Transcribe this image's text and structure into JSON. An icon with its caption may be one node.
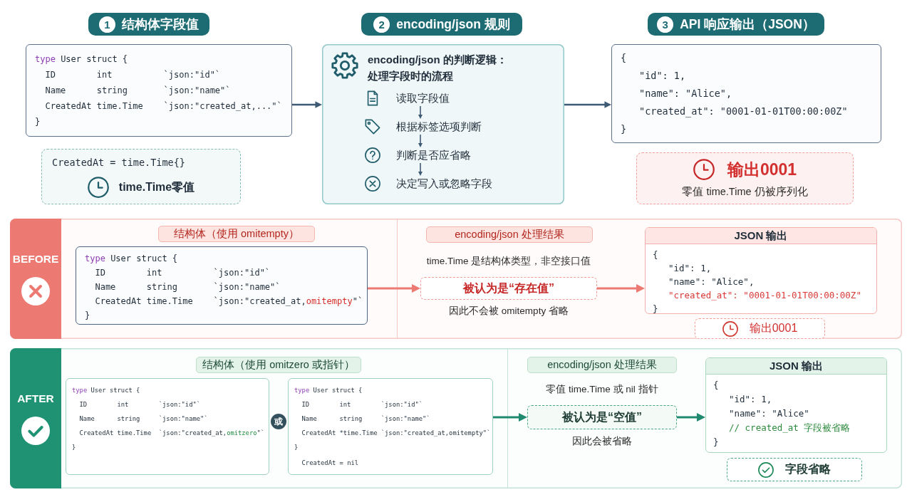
{
  "diagram": {
    "nodes": [
      {
        "text": [
          "1",
          "结构体字段值"
        ]
      },
      {
        "text": [
          "**type** User struct {",
          "ID int `json:\"id\"`",
          "Name string `json:\"name\"`",
          "CreatedAt time.Time `json:\"created_at,...\"`",
          "}"
        ]
      },
      {
        "text": [
          "CreatedAt = time.Time{}",
          "time.Time零值"
        ]
      },
      {
        "text": [
          "2",
          "encoding/json 规则"
        ]
      },
      {
        "text": [
          "encoding/json 的判断逻辑：处理字段时的流程"
        ]
      },
      {
        "text": [
          "读取字段值"
        ],
        "in": 4
      },
      {
        "text": [
          "根据标签选项判断"
        ],
        "in": 4
      },
      {
        "text": [
          "判断是否应省略"
        ],
        "in": 4
      },
      {
        "text": [
          "决定写入或忽略字段"
        ],
        "in": 4
      },
      {
        "text": [
          "3",
          "API 响应输出（JSON）"
        ]
      },
      {
        "text": [
          "{",
          "\"id\": 1,",
          "\"name\": \"Alice\",",
          "\"created_at\": \"0001-01-01T00:00:00Z\"",
          "}"
        ]
      },
      {
        "text": [
          "输出0001",
          "零值 time.Time 仍被序列化"
        ]
      },
      {
        "text": [
          "BEFORE"
        ]
      },
      {
        "text": [
          "结构体（使用 omitempty）"
        ],
        "in": 12
      },
      {
        "text": [
          "**type** User struct {",
          "ID int `json:\"id\"`",
          "Name string `json:\"name\"`",
          "CreatedAt time.Time `json:\"created_at,**omitempty**\"`",
          "}"
        ],
        "in": 12
      },
      {
        "text": [
          "encoding/json 处理结果"
        ],
        "in": 12
      },
      {
        "text": [
          "被认为是“存在值”"
        ],
        "in": 12,
        "beside": [
          "time.Time 是结构体类型，非空接口值",
          "因此不会被 omitempty 省略"
        ]
      },
      {
        "text": [
          "JSON 输出",
          "{",
          "\"id\": 1,",
          "\"name\": \"Alice\",",
          "\"created_at\": \"0001-01-01T00:00:00Z\"",
          "}"
        ],
        "in": 12
      },
      {
        "text": [
          "输出0001"
        ],
        "in": 12
      },
      {
        "text": [
          "AFTER"
        ]
      },
      {
        "text": [
          "结构体（使用 omitzero 或指针）"
        ],
        "in": 19
      },
      {
        "text": [
          "**type** User struct {",
          "ID int `json:\"id\"`",
          "Name string `json:\"name\"`",
          "CreatedAt time.Time `json:\"created_at,**omitzero**\"`",
          "}"
        ],
        "in": 19
      },
      {
        "text": [
          "或"
        ],
        "in": 19
      },
      {
        "text": [
          "**type** User struct {",
          "ID int `json:\"id\"`",
          "Name string `json:\"name\"`",
          "CreatedAt *time.Time `json:\"created_at,omitempty\"`",
          "}",
          "CreatedAt = nil"
        ],
        "in": 19
      },
      {
        "text": [
          "encoding/json 处理结果"
        ],
        "in": 19
      },
      {
        "text": [
          "被认为是“空值”"
        ],
        "in": 19,
        "beside": [
          "零值 time.Time 或 nil 指针",
          "因此会被省略"
        ]
      },
      {
        "text": [
          "JSON 输出",
          "{",
          "\"id\": 1,",
          "\"name\": \"Alice\"",
          "// created_at 字段被省略",
          "}"
        ],
        "in": 19
      },
      {
        "text": [
          "字段省略"
        ],
        "in": 19
      }
    ],
    "edges": [
      {
        "from": 1,
        "to": 4,
        "arrow": "to"
      },
      {
        "from": 4,
        "to": 10,
        "arrow": "to"
      },
      {
        "from": 5,
        "to": 6,
        "arrow": "to"
      },
      {
        "from": 6,
        "to": 7,
        "arrow": "to"
      },
      {
        "from": 7,
        "to": 8,
        "arrow": "to"
      },
      {
        "from": 14,
        "to": 16,
        "arrow": "to",
        "color": "#ec7a72"
      },
      {
        "from": 16,
        "to": 17,
        "arrow": "to",
        "color": "#ec7a72"
      },
      {
        "from": 23,
        "to": 25,
        "arrow": "to",
        "color": "#1f8a70"
      },
      {
        "from": 25,
        "to": 26,
        "arrow": "to",
        "color": "#1f8a70"
      }
    ]
  }
}
